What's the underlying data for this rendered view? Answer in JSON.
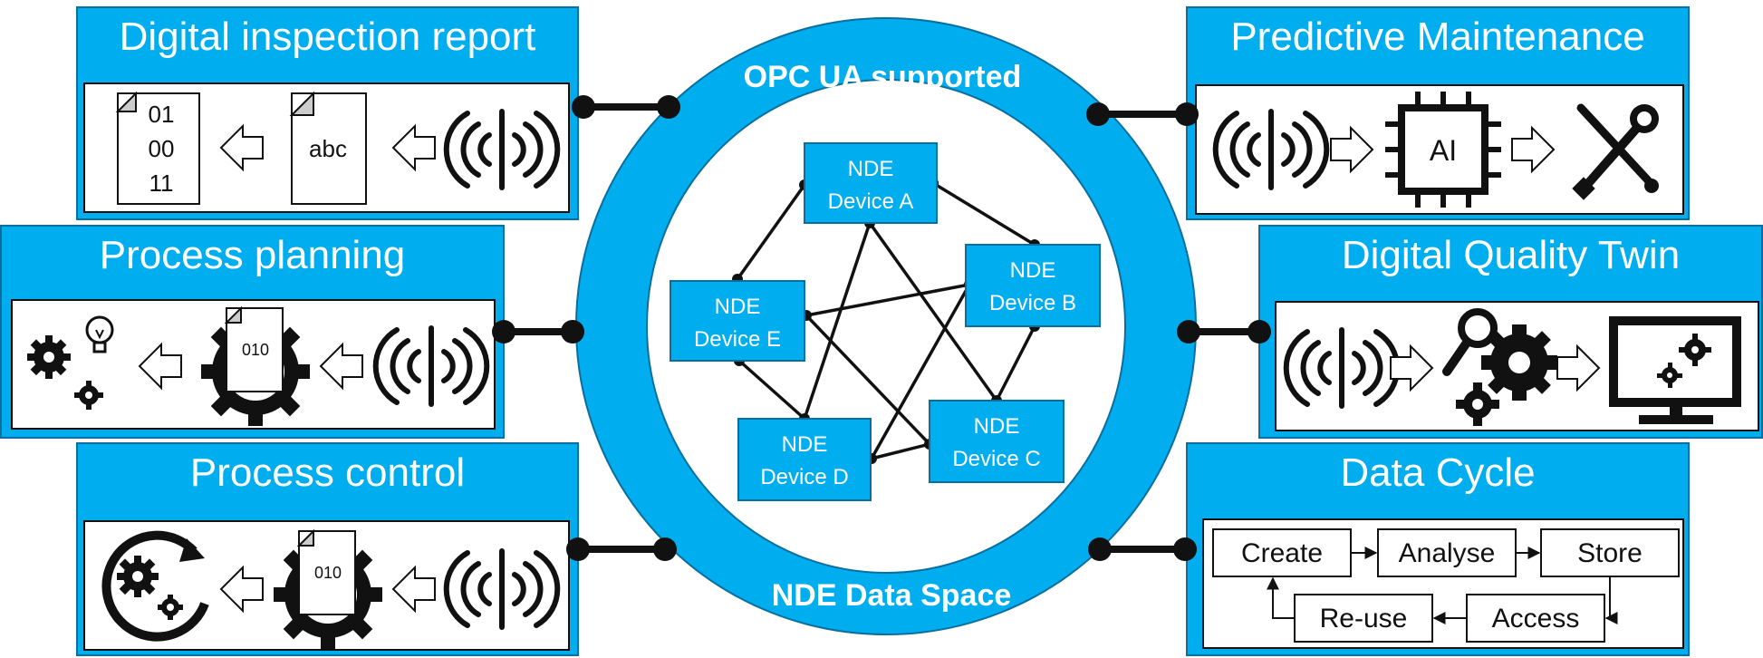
{
  "colors": {
    "accent": "#00aeef",
    "border": "#0a6e9e",
    "ink": "#111111",
    "white": "#ffffff"
  },
  "ring": {
    "top_label": "OPC UA supported",
    "bottom_label": "NDE Data Space",
    "devices": [
      {
        "id": "A",
        "line1": "NDE",
        "line2": "Device A"
      },
      {
        "id": "B",
        "line1": "NDE",
        "line2": "Device B"
      },
      {
        "id": "C",
        "line1": "NDE",
        "line2": "Device C"
      },
      {
        "id": "D",
        "line1": "NDE",
        "line2": "Device D"
      },
      {
        "id": "E",
        "line1": "NDE",
        "line2": "Device E"
      }
    ]
  },
  "panels": {
    "report": {
      "title": "Digital inspection report",
      "binary_lines": [
        "01",
        "00",
        "11"
      ],
      "doc_text": "abc",
      "icons": [
        "binary-file-icon",
        "arrow-left-icon",
        "text-document-icon",
        "arrow-left-icon",
        "ultrasonic-signal-icon"
      ]
    },
    "planning": {
      "title": "Process planning",
      "gear_doc_text": "010",
      "icons": [
        "gears-idea-icon",
        "arrow-left-icon",
        "gear-document-icon",
        "arrow-left-icon",
        "ultrasonic-signal-icon"
      ]
    },
    "control": {
      "title": "Process control",
      "gear_doc_text": "010",
      "icons": [
        "cycle-gears-icon",
        "arrow-left-icon",
        "gear-document-icon",
        "arrow-left-icon",
        "ultrasonic-signal-icon"
      ]
    },
    "maintenance": {
      "title": "Predictive Maintenance",
      "chip_text": "AI",
      "icons": [
        "ultrasonic-signal-icon",
        "arrow-right-icon",
        "ai-chip-icon",
        "arrow-right-icon",
        "tools-icon"
      ]
    },
    "twin": {
      "title": "Digital Quality Twin",
      "icons": [
        "ultrasonic-signal-icon",
        "arrow-right-icon",
        "magnifier-gears-icon",
        "arrow-right-icon",
        "monitor-gears-icon"
      ]
    },
    "cycle": {
      "title": "Data Cycle",
      "steps": [
        "Create",
        "Analyse",
        "Store",
        "Access",
        "Re-use"
      ]
    }
  }
}
